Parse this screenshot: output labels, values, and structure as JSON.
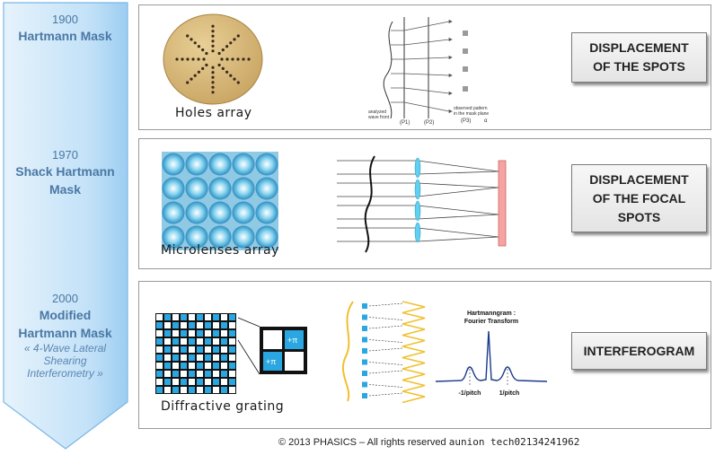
{
  "timeline": [
    {
      "year": "1900",
      "name_lines": [
        "Hartmann Mask"
      ],
      "sub_lines": []
    },
    {
      "year": "1970",
      "name_lines": [
        "Shack Hartmann",
        "Mask"
      ],
      "sub_lines": []
    },
    {
      "year": "2000",
      "name_lines": [
        "Modified",
        "Hartmann Mask"
      ],
      "sub_lines": [
        "« 4-Wave Lateral",
        "Shearing",
        "Interferometry »"
      ]
    }
  ],
  "rows": [
    {
      "caption": "Holes array",
      "result_lines": [
        "DISPLACEMENT",
        "OF THE SPOTS"
      ],
      "diagram_labels": {
        "front_line1": "analyzed",
        "front_line2": "wave front",
        "p1": "(P1)",
        "p2": "(P2)",
        "p3": "(P3)",
        "obs_line1": "observed pattern",
        "obs_line2": "in the mask plane",
        "alpha": "α"
      }
    },
    {
      "caption": "Microlenses array",
      "result_lines": [
        "DISPLACEMENT",
        "OF THE FOCAL",
        "SPOTS"
      ]
    },
    {
      "caption": "Diffractive grating",
      "result_lines": [
        "INTERFEROGRAM"
      ],
      "phase_label": "+π",
      "hartmanngram_line1": "Hartmanngram :",
      "hartmanngram_line2": "Fourier Transform",
      "tick_left": "-1/pitch",
      "tick_right": "1/pitch"
    }
  ],
  "footer": {
    "copyright": "© 2013 PHASICS – All rights reserved",
    "watermark": "aunion tech02134241962"
  },
  "colors": {
    "arrow": "#c5e3f9",
    "arrow_edge": "#7ab6e4",
    "text_blue": "#4a78a4",
    "disk": "#d8b979",
    "lens": "#4fc3e8",
    "grating_blue": "#2aa7e0",
    "focal_plane": "#f5a3a3",
    "wave_yellow": "#f0c030"
  }
}
